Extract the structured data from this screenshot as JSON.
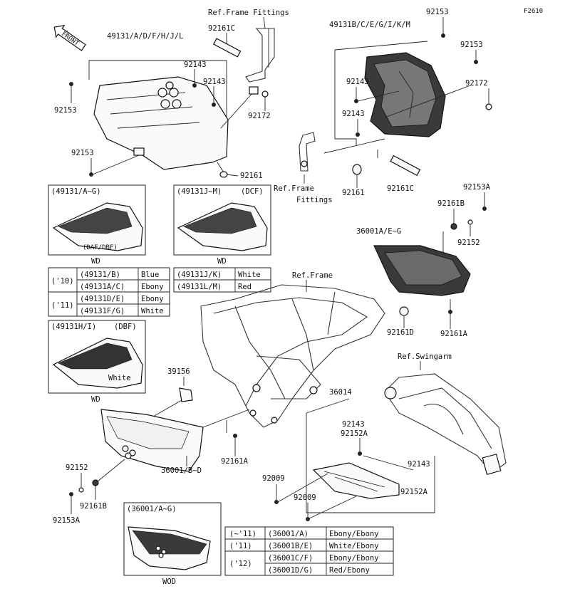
{
  "figure_code": "F2610",
  "front_label": "FRONT",
  "callouts": {
    "left_shroud_group": "49131/A/D/F/H/J/L",
    "right_shroud_group": "49131B/C/E/G/I/K/M",
    "ref_frame_fittings_top": "Ref.Frame Fittings",
    "ref_frame_fittings_mid_1": "Ref.Frame",
    "ref_frame_fittings_mid_2": "Fittings",
    "ref_frame": "Ref.Frame",
    "ref_swingarm": "Ref.Swingarm",
    "p92161C_a": "92161C",
    "p92161C_b": "92161C",
    "p92143_a": "92143",
    "p92143_b": "92143",
    "p92143_c": "92143",
    "p92143_d": "92143",
    "p92143_e": "92143",
    "p92143_f": "92143",
    "p92153_a": "92153",
    "p92153_b": "92153",
    "p92153_c": "92153",
    "p92153_d": "92153",
    "p92172_a": "92172",
    "p92172_b": "92172",
    "p92161_a": "92161",
    "p92161_b": "92161",
    "p92153A_a": "92153A",
    "p92153A_b": "92153A",
    "p92161B_a": "92161B",
    "p92161B_b": "92161B",
    "p92152_a": "92152",
    "p92152_b": "92152",
    "p36001AEG": "36001A/E~G",
    "p92161D": "92161D",
    "p92161A_a": "92161A",
    "p92161A_b": "92161A",
    "p39156": "39156",
    "p36014": "36014",
    "p92152A_a": "92152A",
    "p92152A_b": "92152A",
    "p92009_a": "92009",
    "p92009_b": "92009",
    "p36001BD": "36001/B~D"
  },
  "insets": {
    "inset1_title": "(49131/A~G)",
    "inset1_note": "(DAF/DBF)",
    "inset1_caption": "WD",
    "inset2_title": "(49131J~M)",
    "inset2_note": "(DCF)",
    "inset2_caption": "WD",
    "inset3_title": "(49131H/I)",
    "inset3_note": "(DBF)",
    "inset3_color": "White",
    "inset3_caption": "WD",
    "inset4_title": "(36001/A~G)",
    "inset4_caption": "WOD"
  },
  "color_table_left": [
    {
      "year": "('10)",
      "part": "(49131/B)",
      "color": "Blue"
    },
    {
      "year": "",
      "part": "(49131A/C)",
      "color": "Ebony"
    },
    {
      "year": "('11)",
      "part": "(49131D/E)",
      "color": "Ebony"
    },
    {
      "year": "",
      "part": "(49131F/G)",
      "color": "White"
    }
  ],
  "color_table_right": [
    {
      "part": "(49131J/K)",
      "color": "White"
    },
    {
      "part": "(49131L/M)",
      "color": "Red"
    }
  ],
  "color_table_bottom": [
    {
      "year": "(~'11)",
      "part": "(36001/A)",
      "color": "Ebony/Ebony"
    },
    {
      "year": "('11)",
      "part": "(36001B/E)",
      "color": "White/Ebony"
    },
    {
      "year": "('12)",
      "part": "(36001C/F)",
      "color": "Ebony/Ebony"
    },
    {
      "year": "",
      "part": "(36001D/G)",
      "color": "Red/Ebony"
    }
  ]
}
